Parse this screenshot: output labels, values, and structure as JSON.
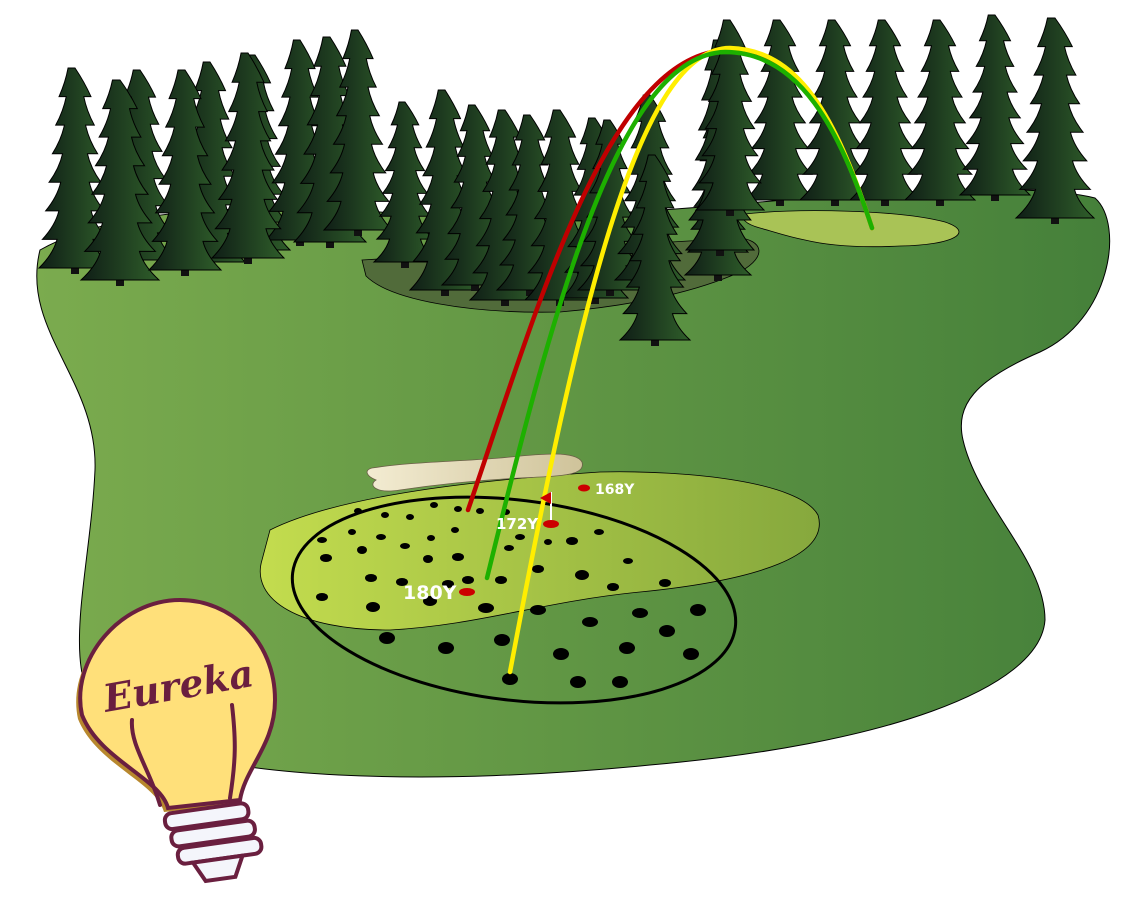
{
  "labels": {
    "far": "168Y",
    "mid": "172Y",
    "near": "180Y"
  },
  "logo_text": "Eureka",
  "colors": {
    "red_shot": "#c00000",
    "green_shot": "#1db000",
    "yellow_shot": "#ffee00",
    "marker": "#cc0000",
    "logo_outline": "#6a1f3f",
    "bulb_fill": "#ffe07a"
  },
  "icons": [
    "pine-tree-icon",
    "flag-icon",
    "lightbulb-icon"
  ]
}
